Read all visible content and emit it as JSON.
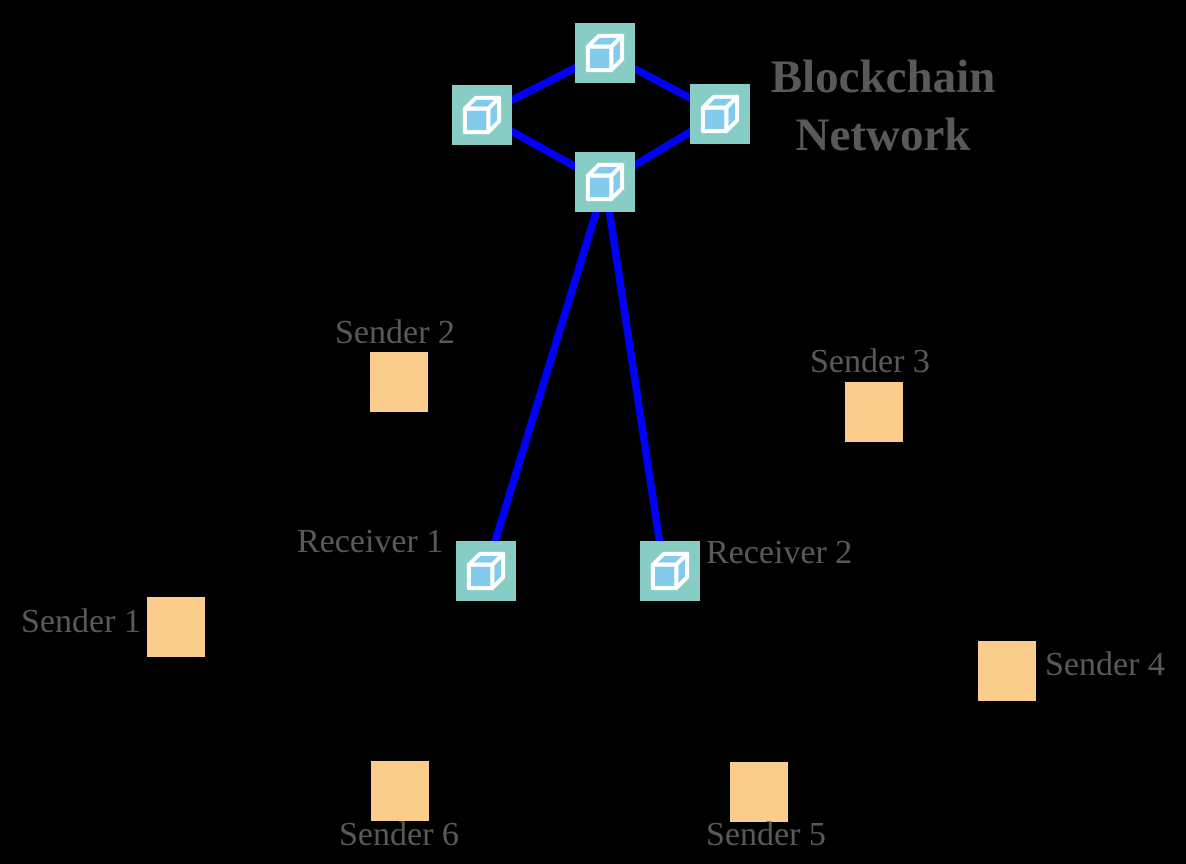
{
  "diagram": {
    "title": {
      "text": "Blockchain Network",
      "lines": [
        "Blockchain",
        "Network"
      ]
    },
    "blockchain_nodes": [
      {
        "id": "node-top",
        "icon": "cube-icon"
      },
      {
        "id": "node-left",
        "icon": "cube-icon"
      },
      {
        "id": "node-right",
        "icon": "cube-icon"
      },
      {
        "id": "node-bottom",
        "icon": "cube-icon"
      }
    ],
    "receivers": [
      {
        "id": "receiver-1",
        "label": "Receiver 1",
        "icon": "cube-icon",
        "label_side": "left"
      },
      {
        "id": "receiver-2",
        "label": "Receiver 2",
        "icon": "cube-icon",
        "label_side": "right"
      }
    ],
    "senders": [
      {
        "id": "sender-1",
        "label": "Sender 1",
        "label_side": "left"
      },
      {
        "id": "sender-2",
        "label": "Sender 2",
        "label_side": "top"
      },
      {
        "id": "sender-3",
        "label": "Sender 3",
        "label_side": "top"
      },
      {
        "id": "sender-4",
        "label": "Sender 4",
        "label_side": "right"
      },
      {
        "id": "sender-5",
        "label": "Sender 5",
        "label_side": "bottom"
      },
      {
        "id": "sender-6",
        "label": "Sender 6",
        "label_side": "bottom"
      }
    ],
    "links": [
      {
        "from": "node-top",
        "to": "node-left"
      },
      {
        "from": "node-top",
        "to": "node-right"
      },
      {
        "from": "node-left",
        "to": "node-bottom"
      },
      {
        "from": "node-right",
        "to": "node-bottom"
      },
      {
        "from": "node-bottom",
        "to": "receiver-1"
      },
      {
        "from": "node-bottom",
        "to": "receiver-2"
      }
    ]
  },
  "colors": {
    "background": "#000000",
    "link": "#0000FB",
    "node_box": "#88CCC6",
    "cube_fill": "#82CBEC",
    "cube_stroke": "#FFFFFF",
    "sender_box": "#FACD8C",
    "label_text": "#595959"
  }
}
